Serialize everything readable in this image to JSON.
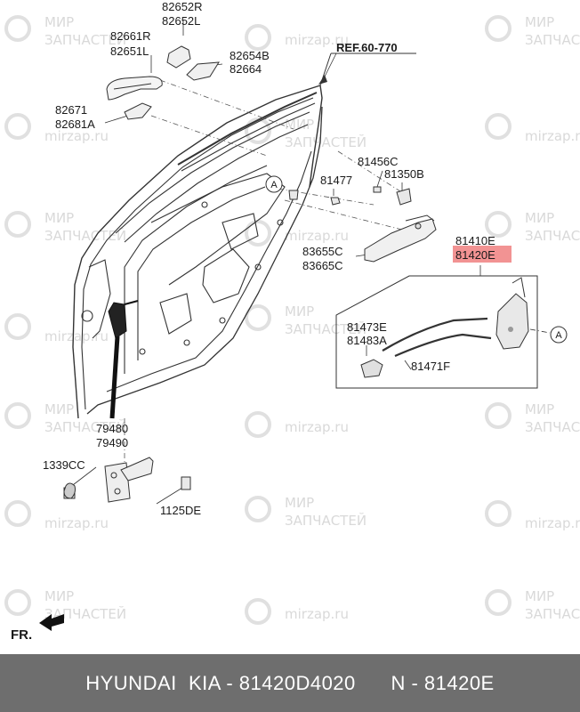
{
  "watermark": {
    "line1": "МИР",
    "line2": "ЗАПЧАСТЕЙ",
    "domain": "mirzap.ru"
  },
  "labels": {
    "p82652R": "82652R",
    "p82652L": "82652L",
    "p82661R": "82661R",
    "p82651L": "82651L",
    "p82654B": "82654B",
    "p82664": "82664",
    "p82671": "82671",
    "p82681A": "82681A",
    "ref": "REF.60-770",
    "p81456C": "81456C",
    "p81350B": "81350B",
    "p81477": "81477",
    "p83655C": "83655C",
    "p83665C": "83665C",
    "p81410E": "81410E",
    "p81420E": "81420E",
    "p81473E": "81473E",
    "p81483A": "81483A",
    "p81471F": "81471F",
    "p79480": "79480",
    "p79490": "79490",
    "p1339CC": "1339CC",
    "p1125DE": "1125DE",
    "callout_a": "A",
    "direction": "FR."
  },
  "highlight_color": "#f08080",
  "footer": {
    "text": "HYUNDAI  KIA - 81420D4020      N - 81420E"
  }
}
